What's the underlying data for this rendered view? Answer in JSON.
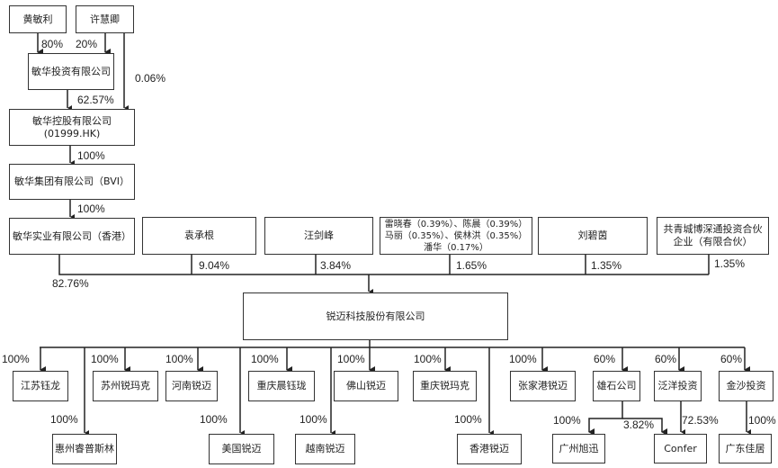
{
  "shareholders_top": {
    "huang": "黄敏利",
    "xu": "许慧卿"
  },
  "minhua_invest": "敏华投资有限公司",
  "minhua_holdings": {
    "name": "敏华控股有限公司",
    "code": "(01999.HK)"
  },
  "minhua_bvi": "敏华集团有限公司（BVI）",
  "minhua_hk": "敏华实业有限公司（香港）",
  "pcts_top": {
    "huang": "80%",
    "xu": "20%",
    "xu_direct": "0.06%",
    "invest": "62.57%",
    "holdings": "100%",
    "bvi": "100%"
  },
  "holders": [
    {
      "name": "袁承根",
      "pct": "9.04%"
    },
    {
      "name": "汪剑峰",
      "pct": "3.84%"
    },
    {
      "name": "雷晓春（0.39%）、陈晨（0.39%）\n马丽（0.35%）、侯林洪（0.35%）\n潘华（0.17%）",
      "pct": "1.65%"
    },
    {
      "name": "刘碧茵",
      "pct": "1.35%"
    },
    {
      "name": "共青城博深通投资合伙企业（有限合伙）",
      "pct": "1.35%"
    }
  ],
  "minhua_hk_pct": "82.76%",
  "company": "锐迈科技股份有限公司",
  "subs": [
    {
      "name": "江苏钰龙",
      "pct": "100%"
    },
    {
      "name": "惠州睿普斯林",
      "pct": "100%"
    },
    {
      "name": "苏州锐玛克",
      "pct": "100%"
    },
    {
      "name": "河南锐迈",
      "pct": "100%"
    },
    {
      "name": "美国锐迈",
      "pct": "100%"
    },
    {
      "name": "重庆晨钰珑",
      "pct": "100%"
    },
    {
      "name": "越南锐迈",
      "pct": "100%"
    },
    {
      "name": "佛山锐迈",
      "pct": "100%"
    },
    {
      "name": "重庆锐玛克",
      "pct": "100%"
    },
    {
      "name": "香港锐迈",
      "pct": "100%"
    },
    {
      "name": "张家港锐迈",
      "pct": "100%"
    },
    {
      "name": "雄石公司",
      "pct": "60%"
    },
    {
      "name": "泛洋投资",
      "pct": "60%"
    },
    {
      "name": "金沙投资",
      "pct": "60%"
    }
  ],
  "second": [
    {
      "name": "广州旭迅",
      "pct": "100%"
    },
    {
      "name": "Confer",
      "pct": "3.82%",
      "pct2": "72.53%"
    },
    {
      "name": "广东佳居",
      "pct": "100%"
    }
  ]
}
